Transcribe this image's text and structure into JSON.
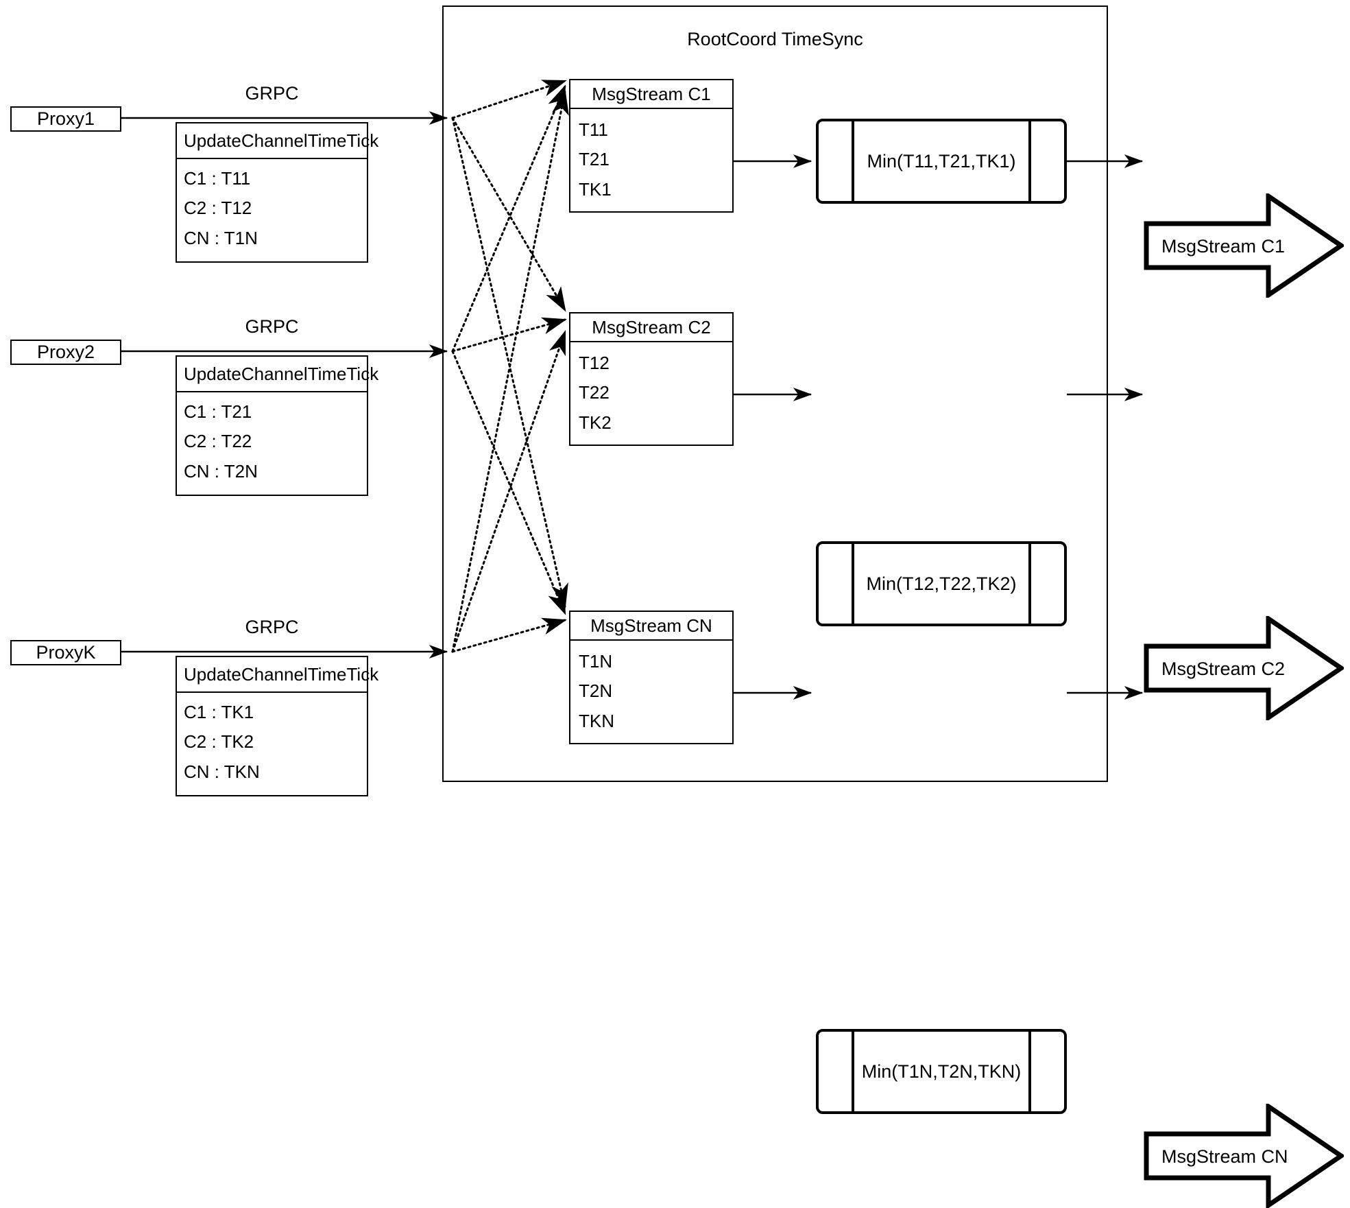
{
  "diagram": {
    "container_title": "RootCoord TimeSync",
    "grpc_label": "GRPC",
    "tick_header": "UpdateChannelTimeTick",
    "proxies": [
      {
        "name": "Proxy1",
        "grpc": "GRPC",
        "tick_header": "UpdateChannelTimeTick",
        "rows": [
          "C1 :  T11",
          "C2 :  T12",
          "CN : T1N"
        ]
      },
      {
        "name": "Proxy2",
        "grpc": "GRPC",
        "tick_header": "UpdateChannelTimeTick",
        "rows": [
          "C1 :  T21",
          "C2 :  T22",
          "CN : T2N"
        ]
      },
      {
        "name": "ProxyK",
        "grpc": "GRPC",
        "tick_header": "UpdateChannelTimeTick",
        "rows": [
          "C1 :  TK1",
          "C2 :  TK2",
          "CN : TKN"
        ]
      }
    ],
    "msgstreams": [
      {
        "title": "MsgStream C1",
        "rows": [
          "T11",
          "T21",
          "TK1"
        ]
      },
      {
        "title": "MsgStream C2",
        "rows": [
          "T12",
          "T22",
          "TK2"
        ]
      },
      {
        "title": "MsgStream CN",
        "rows": [
          "T1N",
          "T2N",
          "TKN"
        ]
      }
    ],
    "minimums": [
      {
        "label": "Min(T11,T21,TK1)"
      },
      {
        "label": "Min(T12,T22,TK2)"
      },
      {
        "label": "Min(T1N,T2N,TKN)"
      }
    ],
    "outputs": [
      {
        "label": "MsgStream C1"
      },
      {
        "label": "MsgStream C2"
      },
      {
        "label": "MsgStream CN"
      }
    ],
    "colors": {
      "stroke": "#000000",
      "background": "#ffffff"
    }
  }
}
